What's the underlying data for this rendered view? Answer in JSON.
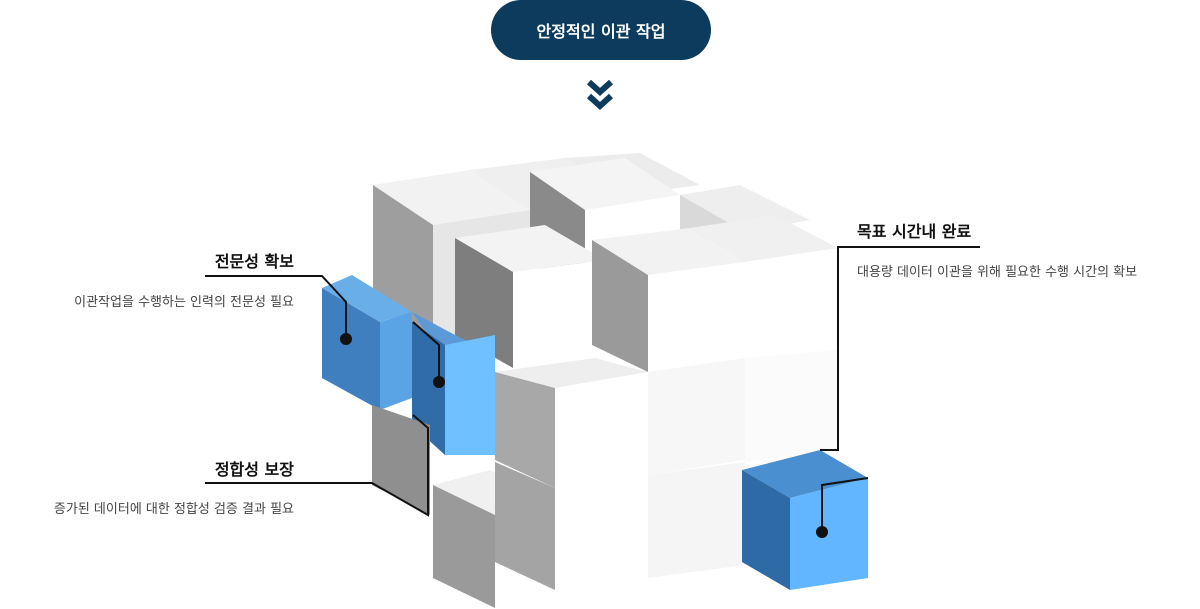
{
  "header": {
    "label": "안정적인 이관 작업"
  },
  "callouts": [
    {
      "title": "전문성 확보",
      "description": "이관작업을 수행하는 인력의 전문성 필요"
    },
    {
      "title": "정합성 보장",
      "description": "증가된 데이터에 대한 정합성 검증 결과 필요"
    },
    {
      "title": "목표 시간내 완료",
      "description": "대용량 데이터 이관을 위해 필요한 수행 시간의 확보"
    }
  ],
  "colors": {
    "accent_dark": "#0d3b5e",
    "cube_blue": "#4a9be0",
    "cube_blue_light": "#6ec0ff",
    "cube_white": "#ffffff",
    "cube_gray": "#9a9a9a"
  },
  "icons": [
    "double-chevron-down-icon"
  ]
}
